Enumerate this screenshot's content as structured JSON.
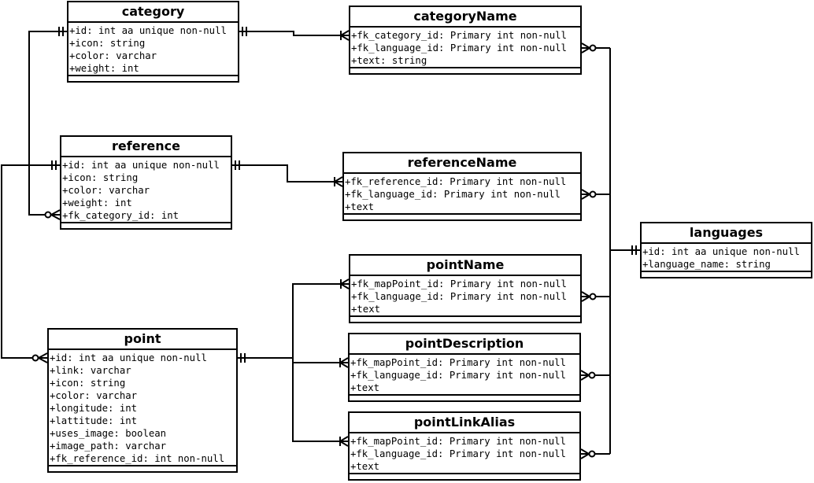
{
  "entities": {
    "category": {
      "title": "category",
      "attrs": [
        "+id: int aa unique non-null",
        "+icon: string",
        "+color: varchar",
        "+weight: int"
      ]
    },
    "categoryName": {
      "title": "categoryName",
      "attrs": [
        "+fk_category_id: Primary int non-null",
        "+fk_language_id: Primary int non-null",
        "+text: string"
      ]
    },
    "reference": {
      "title": "reference",
      "attrs": [
        "+id: int aa unique non-null",
        "+icon: string",
        "+color: varchar",
        "+weight: int",
        "+fk_category_id: int"
      ]
    },
    "referenceName": {
      "title": "referenceName",
      "attrs": [
        "+fk_reference_id: Primary int non-null",
        "+fk_language_id: Primary int non-null",
        "+text"
      ]
    },
    "languages": {
      "title": "languages",
      "attrs": [
        "+id: int aa unique non-null",
        "+language_name: string"
      ]
    },
    "pointName": {
      "title": "pointName",
      "attrs": [
        "+fk_mapPoint_id: Primary int non-null",
        "+fk_language_id: Primary int non-null",
        "+text"
      ]
    },
    "point": {
      "title": "point",
      "attrs": [
        "+id: int aa unique non-null",
        "+link: varchar",
        "+icon: string",
        "+color: varchar",
        "+longitude: int",
        "+lattitude: int",
        "+uses_image: boolean",
        "+image_path: varchar",
        "+fk_reference_id: int non-null"
      ]
    },
    "pointDescription": {
      "title": "pointDescription",
      "attrs": [
        "+fk_mapPoint_id: Primary int non-null",
        "+fk_language_id: Primary int non-null",
        "+text"
      ]
    },
    "pointLinkAlias": {
      "title": "pointLinkAlias",
      "attrs": [
        "+fk_mapPoint_id: Primary int non-null",
        "+fk_language_id: Primary int non-null",
        "+text"
      ]
    }
  },
  "relationships": [
    {
      "from": "category",
      "to": "categoryName",
      "from_end": "one-and-only-one",
      "to_end": "one-or-many"
    },
    {
      "from": "category",
      "to": "reference",
      "from_end": "one-and-only-one",
      "to_end": "zero-or-many"
    },
    {
      "from": "reference",
      "to": "referenceName",
      "from_end": "one-and-only-one",
      "to_end": "one-or-many"
    },
    {
      "from": "reference",
      "to": "point",
      "from_end": "one-and-only-one",
      "to_end": "zero-or-many"
    },
    {
      "from": "point",
      "to": "pointName",
      "from_end": "one-and-only-one",
      "to_end": "one-or-many"
    },
    {
      "from": "point",
      "to": "pointDescription",
      "from_end": "one-and-only-one",
      "to_end": "one-or-many"
    },
    {
      "from": "point",
      "to": "pointLinkAlias",
      "from_end": "one-and-only-one",
      "to_end": "one-or-many"
    },
    {
      "from": "languages",
      "to": "categoryName",
      "from_end": "one-and-only-one",
      "to_end": "zero-or-many"
    },
    {
      "from": "languages",
      "to": "referenceName",
      "from_end": "one-and-only-one",
      "to_end": "zero-or-many"
    },
    {
      "from": "languages",
      "to": "pointName",
      "from_end": "one-and-only-one",
      "to_end": "zero-or-many"
    },
    {
      "from": "languages",
      "to": "pointDescription",
      "from_end": "one-and-only-one",
      "to_end": "zero-or-many"
    },
    {
      "from": "languages",
      "to": "pointLinkAlias",
      "from_end": "one-and-only-one",
      "to_end": "zero-or-many"
    }
  ]
}
